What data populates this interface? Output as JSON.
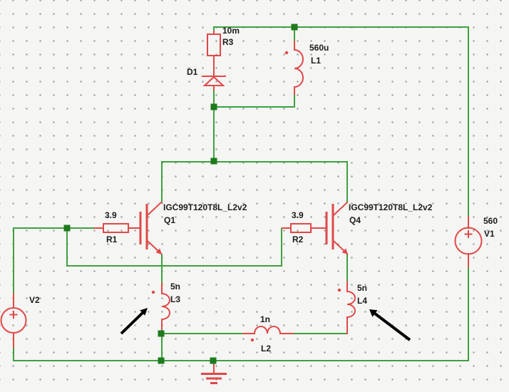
{
  "title": "power-circuit-schematic",
  "colors": {
    "background": "#f5f5f3",
    "grid-dot": "#9f9f9f",
    "wire": "#3fa03f",
    "junction": "#1d7a1d",
    "component": "#e04848",
    "label": "#1c1c1c",
    "annotation": "#000000"
  },
  "components": {
    "r3": {
      "ref": "R3",
      "value": "10m"
    },
    "d1": {
      "ref": "D1"
    },
    "l1": {
      "ref": "L1",
      "value": "560u"
    },
    "q1": {
      "ref": "Q1",
      "model": "IGC99T120T8L_L2v2"
    },
    "q4": {
      "ref": "Q4",
      "model": "IGC99T120T8L_L2v2"
    },
    "r1": {
      "ref": "R1",
      "value": "3.9"
    },
    "r2": {
      "ref": "R2",
      "value": "3.9"
    },
    "l3": {
      "ref": "L3",
      "value": "5n"
    },
    "l4": {
      "ref": "L4",
      "value": "5n"
    },
    "l2": {
      "ref": "L2",
      "value": "1n"
    },
    "v2": {
      "ref": "V2"
    },
    "v1": {
      "ref": "V1",
      "value": "560"
    }
  }
}
